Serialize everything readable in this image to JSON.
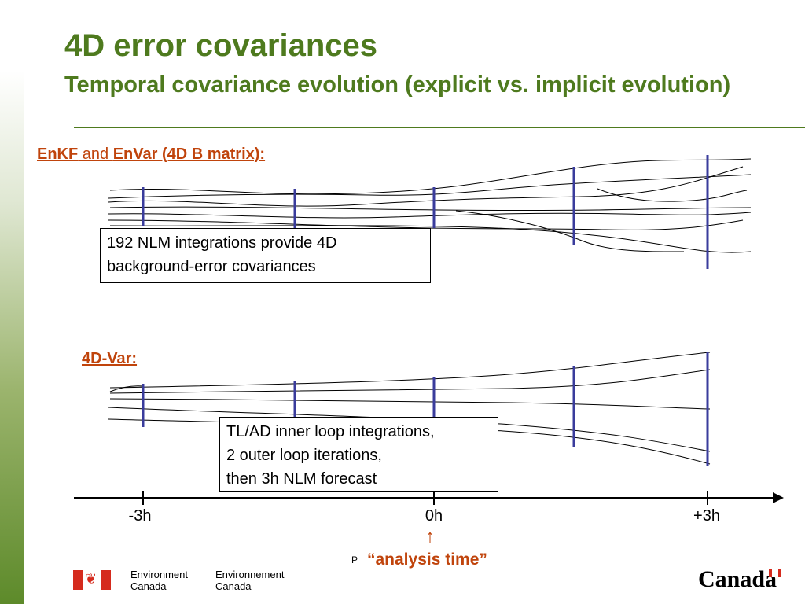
{
  "slide": {
    "title": "4D error covariances",
    "subtitle": "Temporal covariance evolution (explicit vs. implicit evolution)"
  },
  "enkf_section": {
    "label_part1": "EnKF",
    "label_part2": " and ",
    "label_part3": "EnVar (4D B matrix):",
    "note_line1": "192 NLM integrations provide 4D",
    "note_line2": "background-error covariances"
  },
  "fourdvar_section": {
    "label": "4D-Var:",
    "note_line1": "TL/AD inner loop integrations,",
    "note_line2": "2 outer loop iterations,",
    "note_line3": "then 3h NLM forecast"
  },
  "time_axis": {
    "ticks": [
      "-3h",
      "0h",
      "+3h"
    ],
    "analysis_marker": "P",
    "analysis_label": "“analysis time”"
  },
  "footer": {
    "dept_en_line1": "Environment",
    "dept_en_line2": "Canada",
    "dept_fr_line1": "Environnement",
    "dept_fr_line2": "Canada",
    "wordmark": "Canada"
  },
  "colors": {
    "title_green": "#4e7a1e",
    "accent_orange": "#c0440c",
    "bar_blue": "#3a3c9c"
  }
}
